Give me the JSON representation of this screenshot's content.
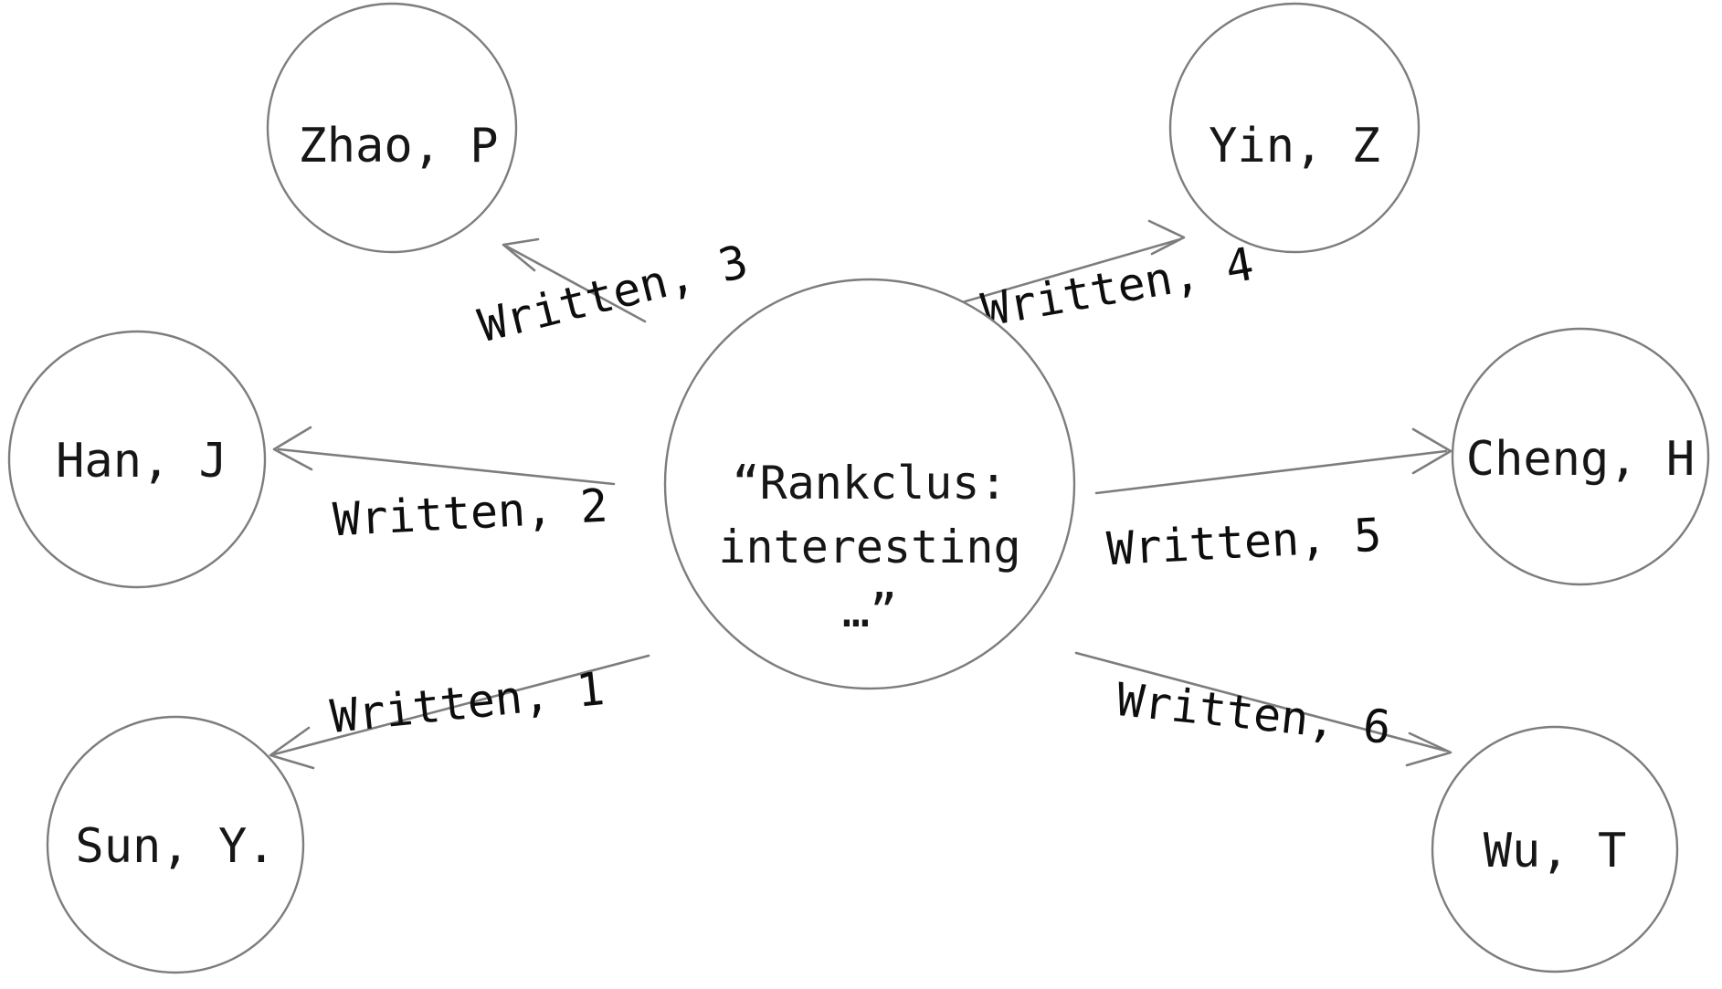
{
  "diagram": {
    "type": "directed-star-graph",
    "background_color": "#ffffff",
    "stroke_color": "#7d7d7d",
    "text_color": "#161616",
    "center_node": {
      "id": "paper",
      "lines": [
        "“Rankclus:",
        "interesting",
        "…”"
      ],
      "line1": "“Rankclus:",
      "line2": "interesting",
      "line3": "…”"
    },
    "author_nodes": [
      {
        "id": "zhao",
        "label": "Zhao, P"
      },
      {
        "id": "yin",
        "label": "Yin, Z"
      },
      {
        "id": "han",
        "label": "Han, J"
      },
      {
        "id": "cheng",
        "label": "Cheng, H"
      },
      {
        "id": "sun",
        "label": "Sun, Y."
      },
      {
        "id": "wu",
        "label": "Wu, T"
      }
    ],
    "edges": [
      {
        "id": "e1",
        "label": "Written, 1",
        "relation": "Written",
        "order": 1,
        "from": "paper",
        "to": "sun"
      },
      {
        "id": "e2",
        "label": "Written, 2",
        "relation": "Written",
        "order": 2,
        "from": "paper",
        "to": "han"
      },
      {
        "id": "e3",
        "label": "Written, 3",
        "relation": "Written",
        "order": 3,
        "from": "paper",
        "to": "zhao"
      },
      {
        "id": "e4",
        "label": "Written, 4",
        "relation": "Written",
        "order": 4,
        "from": "paper",
        "to": "yin"
      },
      {
        "id": "e5",
        "label": "Written, 5",
        "relation": "Written",
        "order": 5,
        "from": "paper",
        "to": "cheng"
      },
      {
        "id": "e6",
        "label": "Written, 6",
        "relation": "Written",
        "order": 6,
        "from": "paper",
        "to": "wu"
      }
    ]
  }
}
